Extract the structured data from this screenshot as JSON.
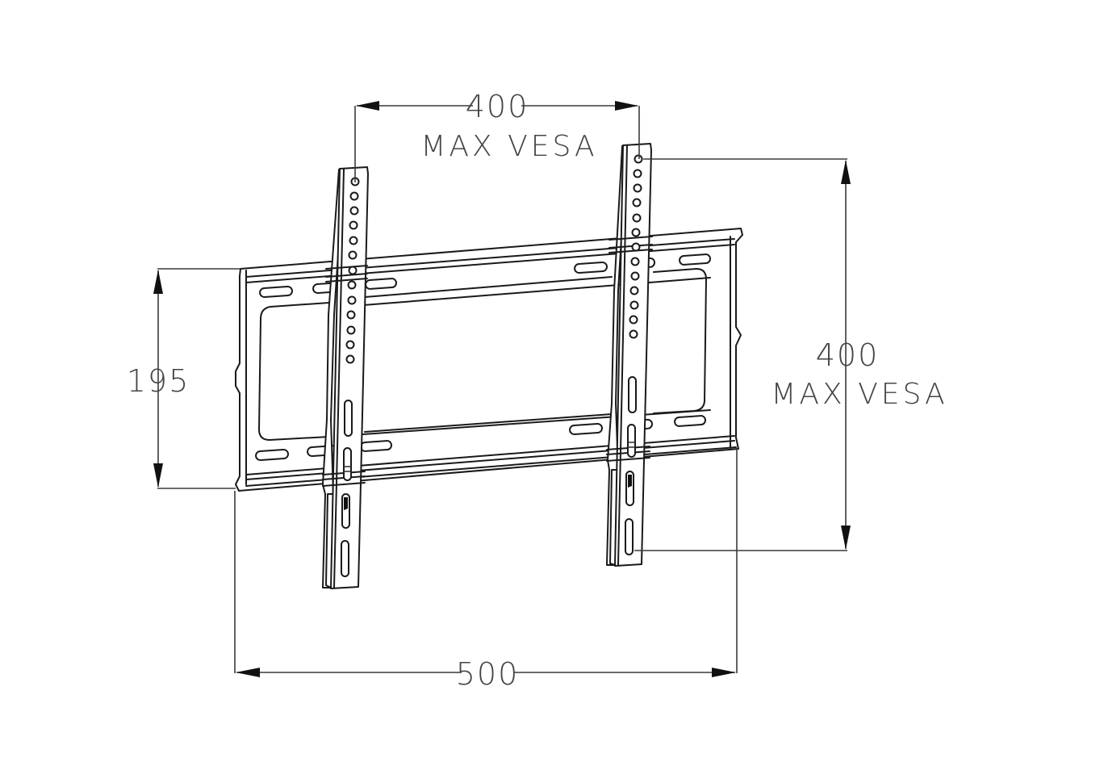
{
  "diagram": {
    "subject": "Fixed TV wall mount bracket",
    "colors": {
      "line": "#1a1a1a",
      "dimension_line": "#3a3a3a",
      "label_text": "#444444",
      "background": "#ffffff"
    },
    "dimensions": {
      "top_horizontal": {
        "value": "400",
        "caption": "MAX VESA"
      },
      "right_vertical": {
        "value": "400",
        "caption": "MAX VESA"
      },
      "left_vertical": {
        "value": "195"
      },
      "bottom_horizontal": {
        "value": "500"
      }
    },
    "components": {
      "wall_plate": {
        "label": "wall-plate",
        "slots_per_row": 4,
        "rows": 2
      },
      "left_arm": {
        "round_holes": 13,
        "oblong_slots": 4
      },
      "right_arm": {
        "round_holes": 13,
        "oblong_slots": 4
      }
    }
  }
}
